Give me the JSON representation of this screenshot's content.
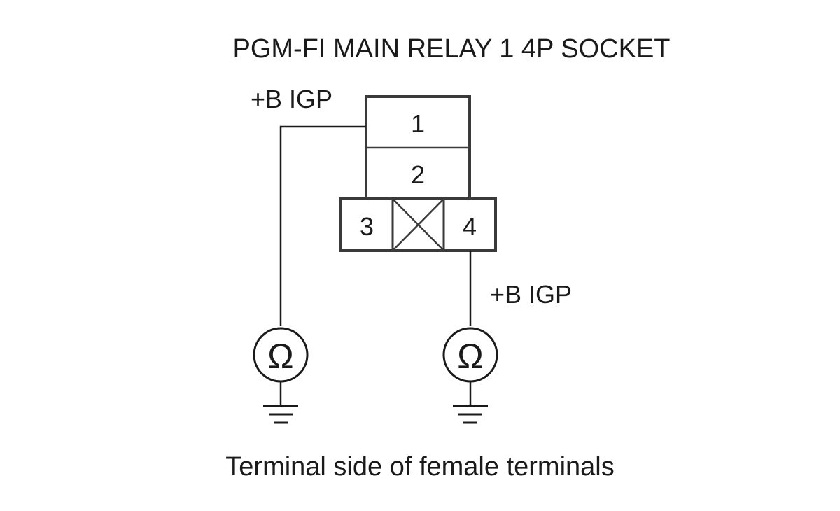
{
  "diagram": {
    "title": "PGM-FI MAIN RELAY 1 4P SOCKET",
    "caption": "Terminal side of female terminals",
    "connector": {
      "pins": [
        {
          "number": "1"
        },
        {
          "number": "2"
        },
        {
          "number": "3"
        },
        {
          "number": "4"
        }
      ],
      "blank_cavity": "crossed-out"
    },
    "wires": [
      {
        "label": "+B IGP",
        "pin": "1"
      },
      {
        "label": "+B IGP",
        "pin": "4"
      }
    ],
    "meters": [
      {
        "symbol": "Ω",
        "icon": "ohmmeter-icon"
      },
      {
        "symbol": "Ω",
        "icon": "ohmmeter-icon"
      }
    ],
    "grounds": [
      {
        "icon": "ground-icon"
      },
      {
        "icon": "ground-icon"
      }
    ]
  }
}
